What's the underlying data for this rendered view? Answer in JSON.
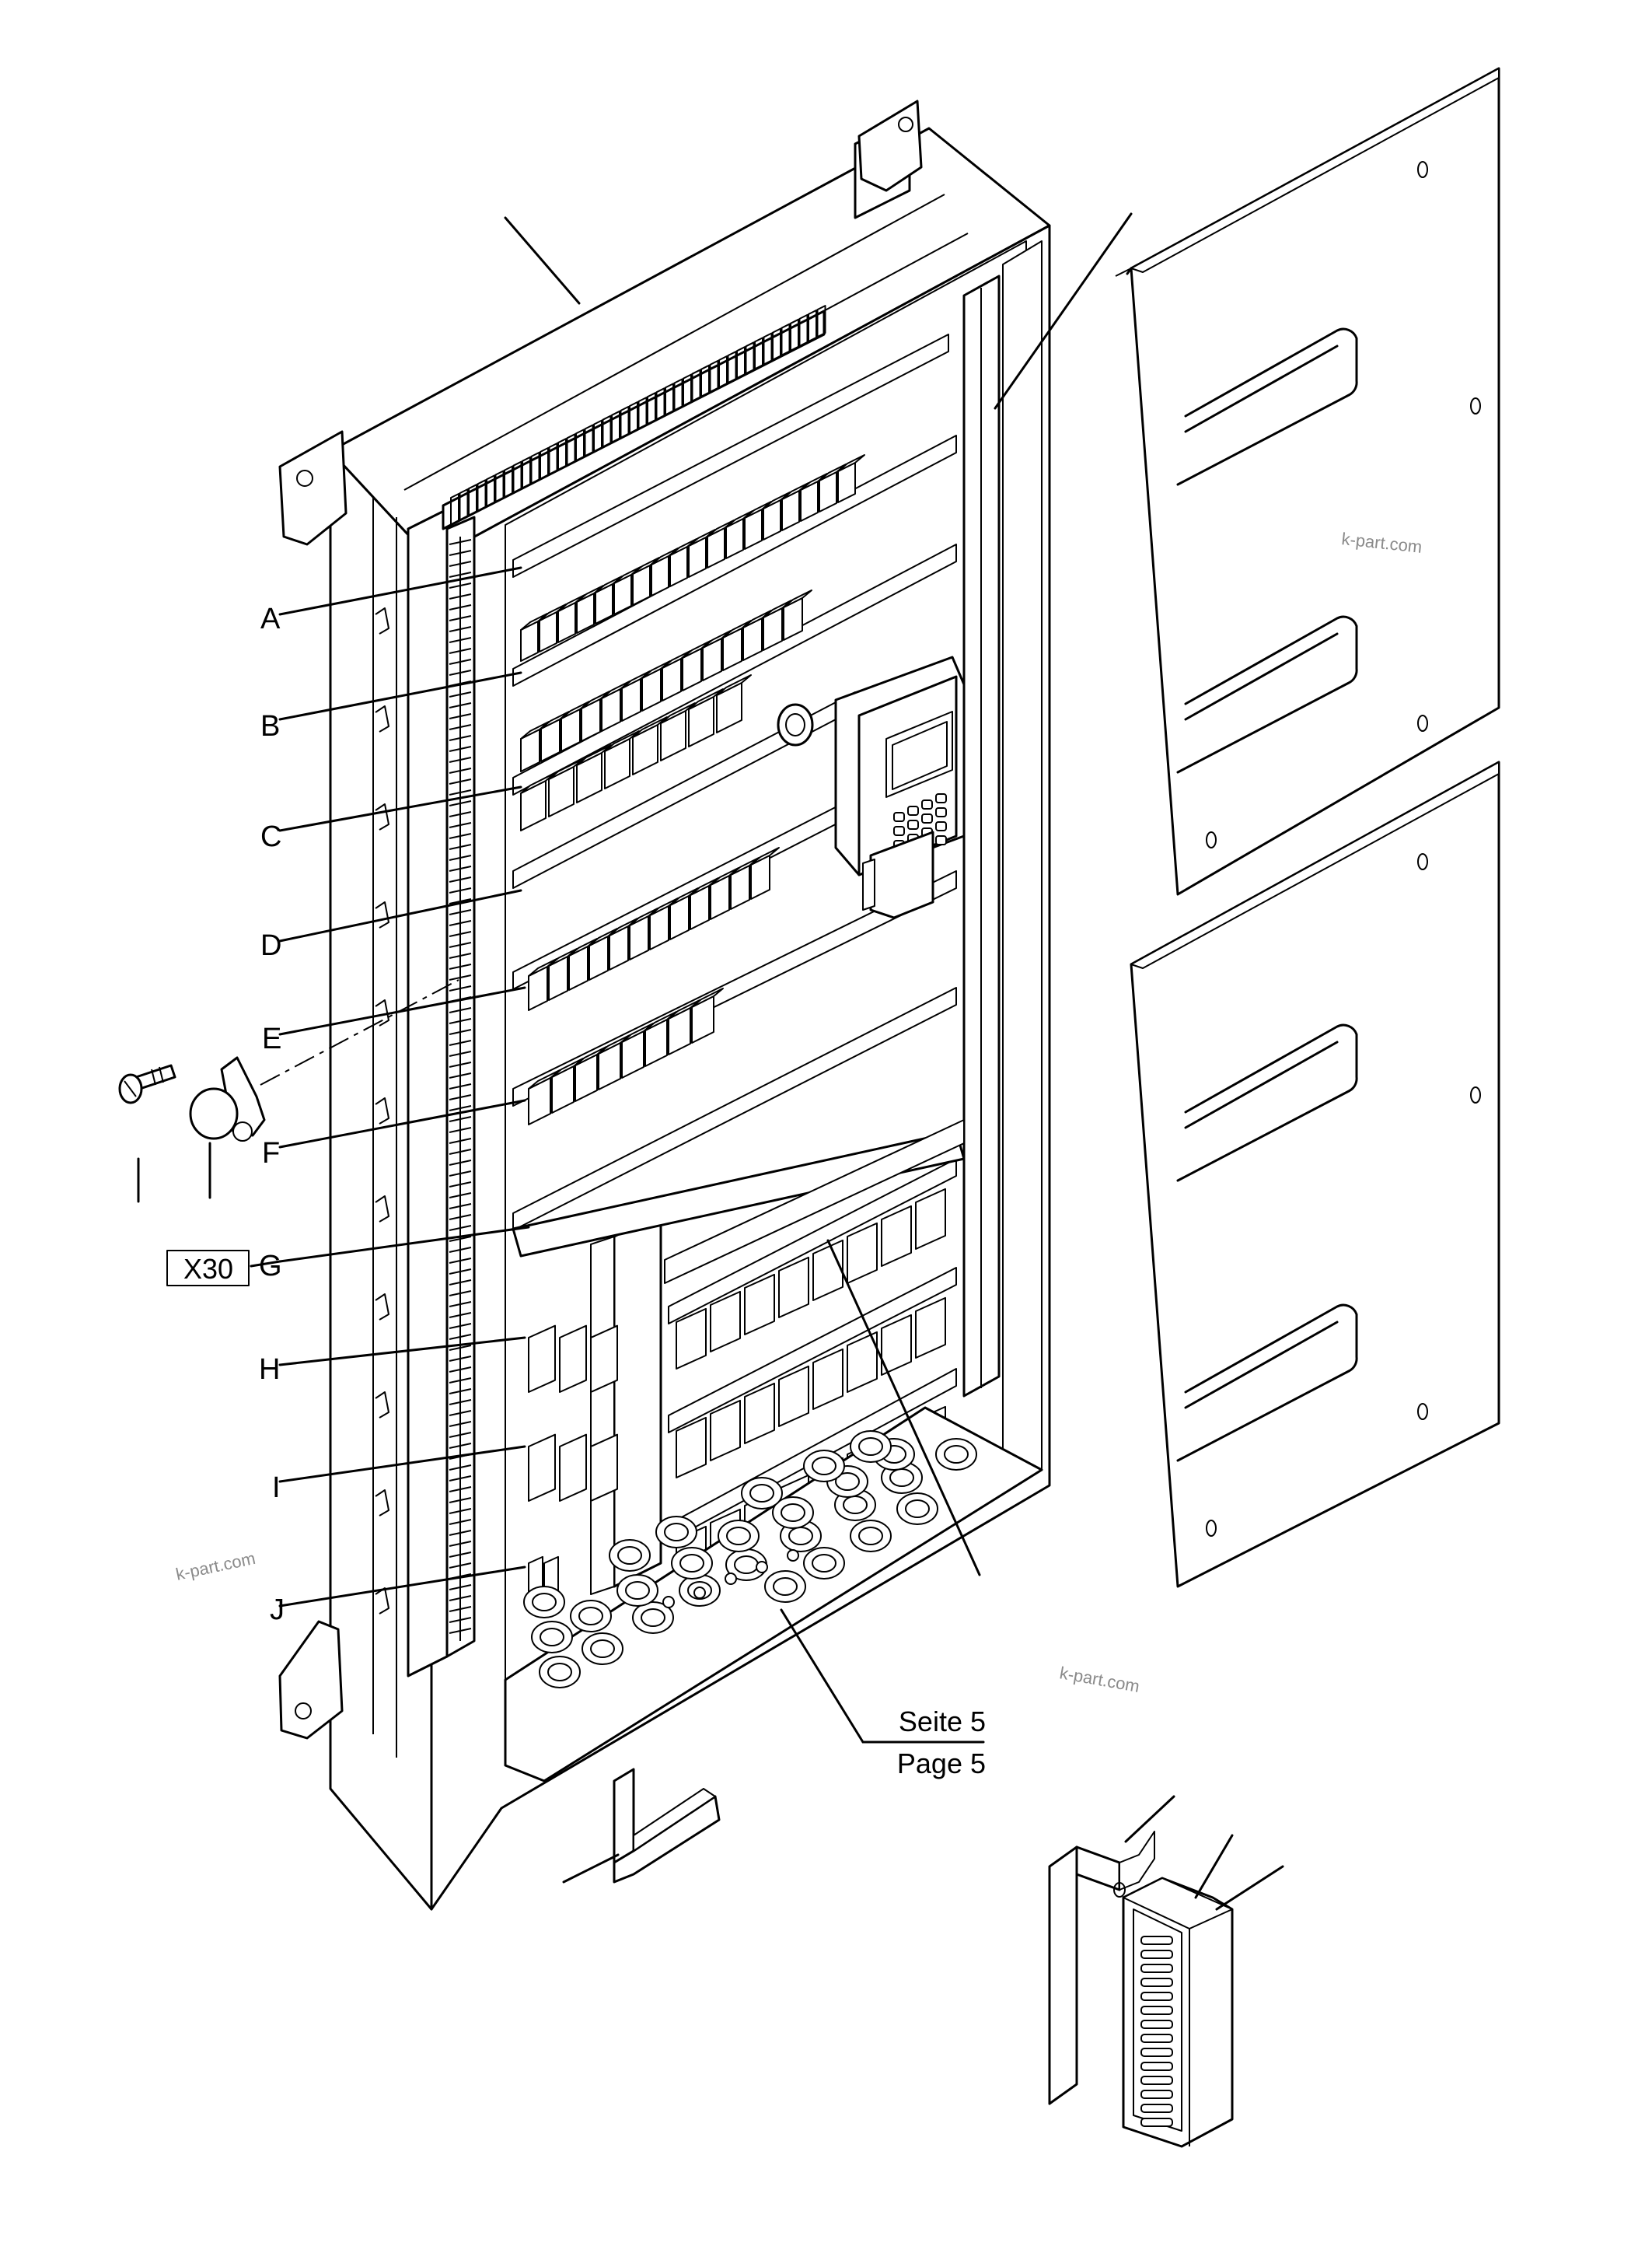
{
  "callouts": {
    "A": "A",
    "B": "B",
    "C": "C",
    "D": "D",
    "E": "E",
    "F": "F",
    "G": "G",
    "H": "H",
    "I": "I",
    "J": "J"
  },
  "connector_label": "X30",
  "reference": {
    "line1": "Seite 5",
    "line2": "Page 5"
  },
  "watermark": "k-part.com"
}
